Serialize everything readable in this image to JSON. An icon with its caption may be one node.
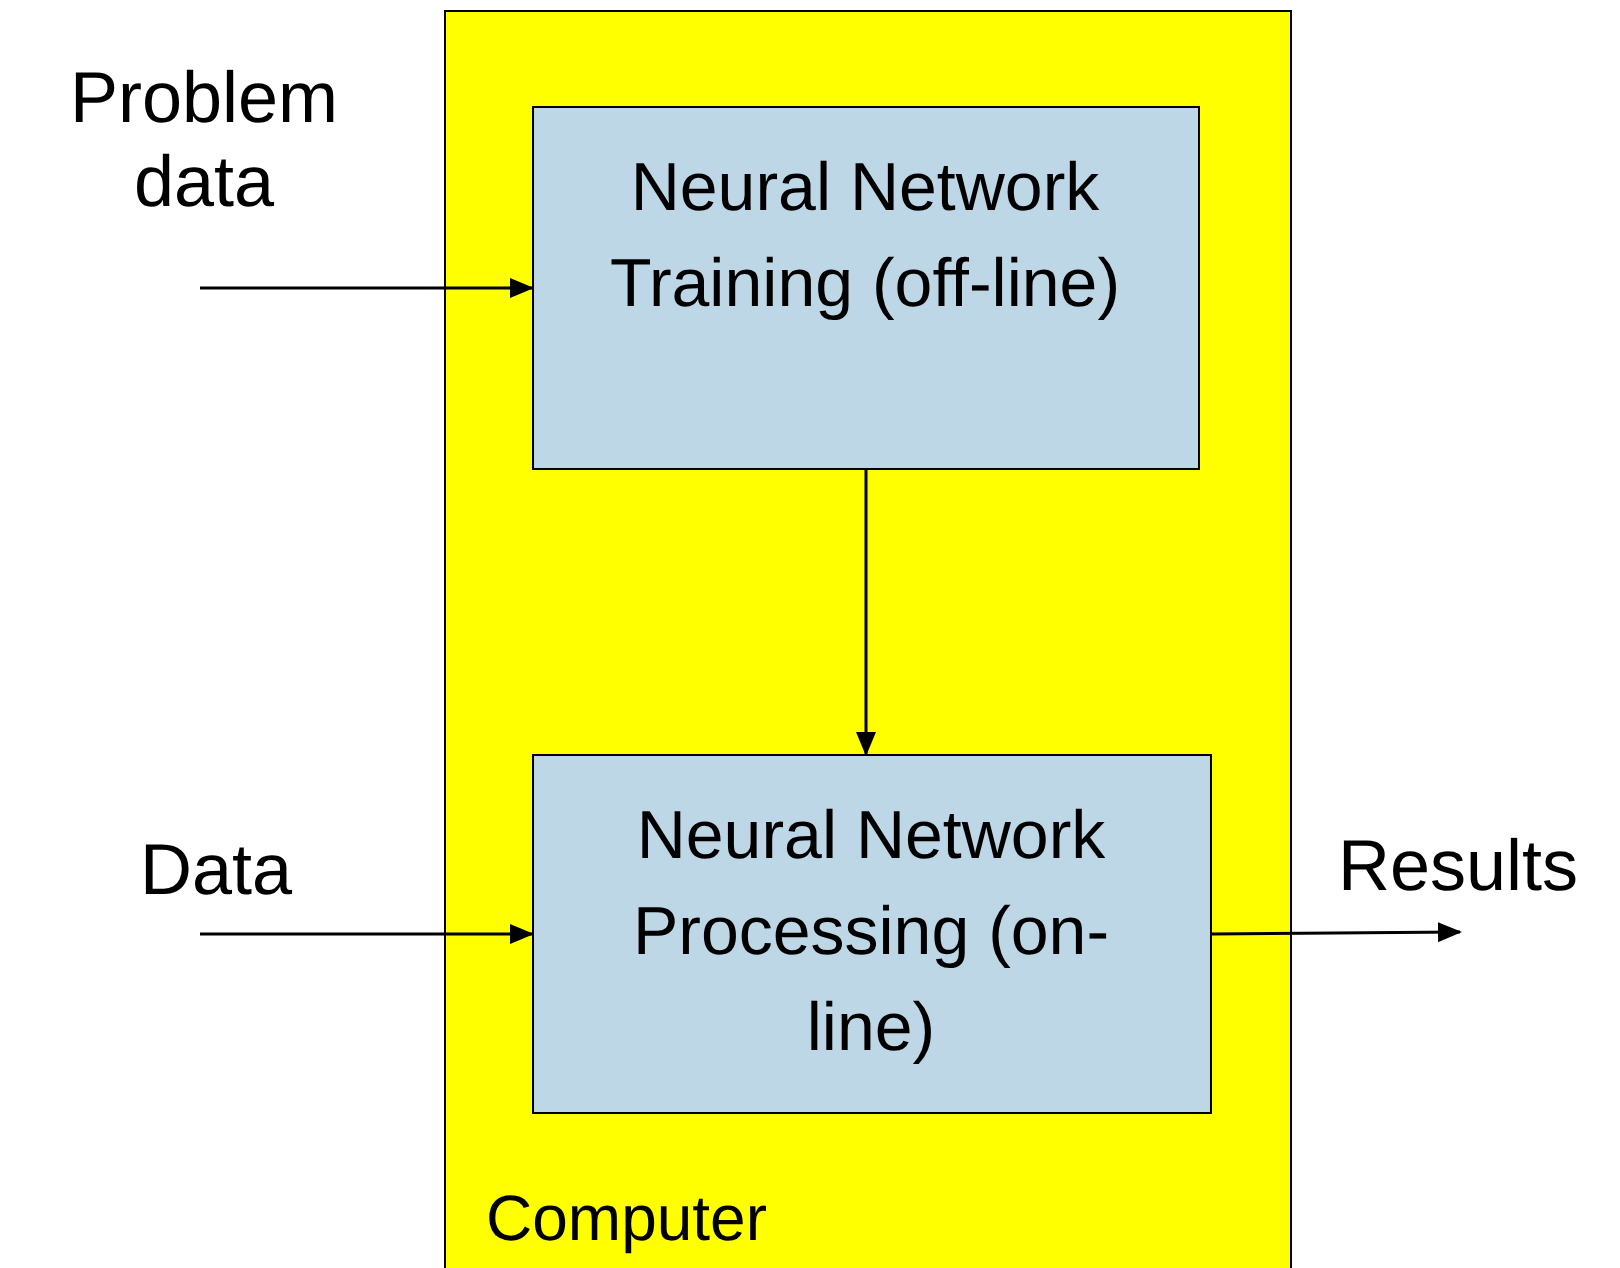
{
  "diagram": {
    "nodes": [
      {
        "text": [
          "Computer"
        ]
      },
      {
        "text": [
          "Neural Network Training (off-line)"
        ],
        "in": 0
      },
      {
        "text": [
          "Neural Network Processing (on-line)"
        ],
        "in": 0
      }
    ],
    "edges": [
      {
        "from": null,
        "to": 1,
        "arrow": "to"
      },
      {
        "from": 1,
        "to": 2,
        "arrow": "to"
      },
      {
        "from": null,
        "to": 2,
        "arrow": "to"
      },
      {
        "from": 2,
        "to": null,
        "arrow": "to"
      }
    ],
    "labels": [
      "Problem data",
      "Data",
      "Results"
    ]
  }
}
